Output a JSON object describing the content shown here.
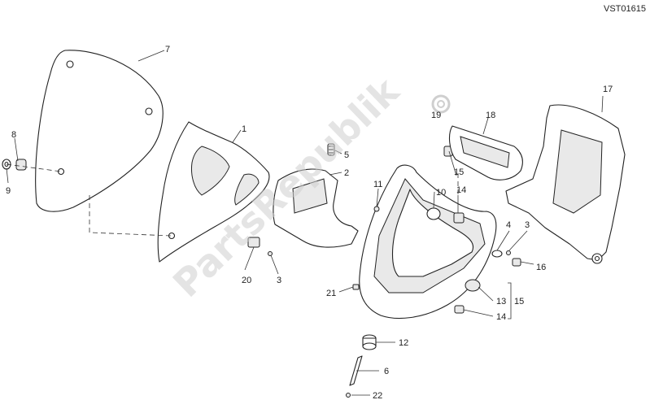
{
  "drawing_code": "VST01615",
  "watermark": "PartsRepublik",
  "callouts": {
    "c1": "1",
    "c2": "2",
    "c3a": "3",
    "c3b": "3",
    "c4": "4",
    "c5": "5",
    "c6": "6",
    "c7": "7",
    "c8": "8",
    "c9": "9",
    "c10": "10",
    "c11": "11",
    "c12": "12",
    "c13": "13",
    "c14a": "14",
    "c14b": "14",
    "c15a": "15",
    "c15b": "15",
    "c16": "16",
    "c17": "17",
    "c18": "18",
    "c19": "19",
    "c20": "20",
    "c21": "21",
    "c22": "22"
  }
}
